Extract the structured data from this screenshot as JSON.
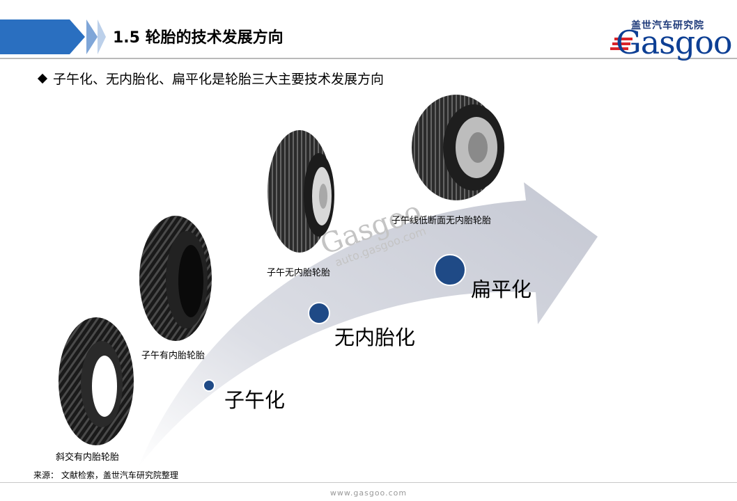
{
  "header": {
    "title": "1.5  轮胎的技术发展方向",
    "logo_cn": "盖世汽车研究院",
    "logo_en": "Gasgoo",
    "brand_colors": {
      "band": "#2a6fc0",
      "logo": "#0d3f94",
      "accent": "#d9242a"
    }
  },
  "bullet": {
    "text": "子午化、无内胎化、扁平化是轮胎三大主要技术发展方向"
  },
  "tires": [
    {
      "label": "斜交有内胎轮胎"
    },
    {
      "label": "子午有内胎轮胎"
    },
    {
      "label": "子午无内胎轮胎"
    },
    {
      "label": "子午线低断面无内胎轮胎"
    }
  ],
  "stages": [
    {
      "label": "子午化"
    },
    {
      "label": "无内胎化"
    },
    {
      "label": "扁平化"
    }
  ],
  "watermark": {
    "text": "Gasgoo",
    "url": "auto.gasgoo.com"
  },
  "footer": {
    "source": "来源：  文献检索，盖世汽车研究院整理",
    "url": "www.gasgoo.com"
  },
  "colors": {
    "arrow": "#c9ccd6",
    "dot": "#1f4a86"
  }
}
